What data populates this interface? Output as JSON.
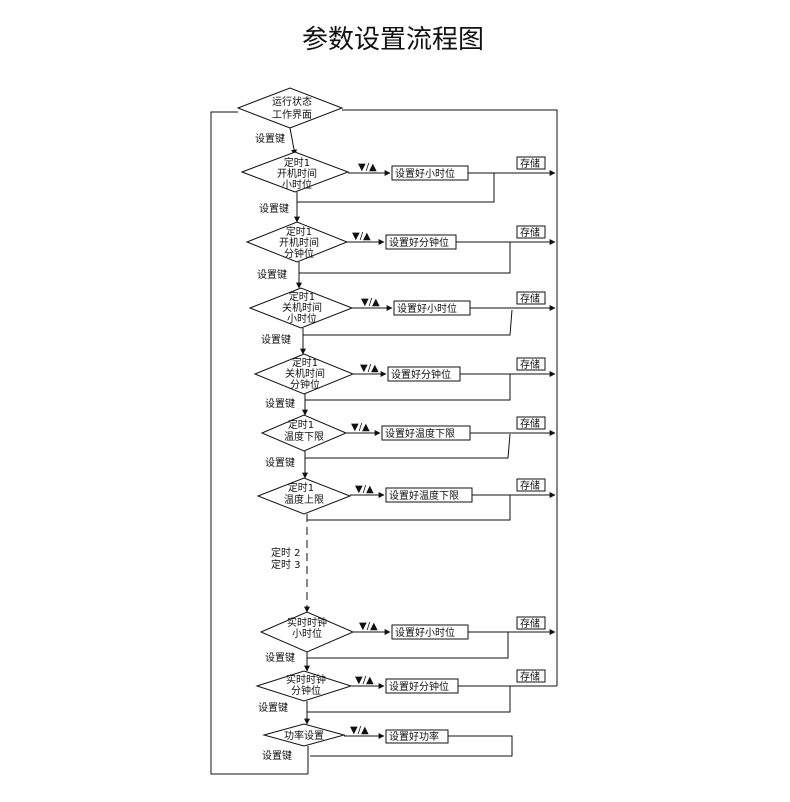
{
  "title": "参数设置流程图",
  "start": {
    "line1": "运行状态",
    "line2": "工作界面"
  },
  "labels": {
    "set_key": "设置键",
    "updown": "▼/▲",
    "save": "存储",
    "timer2": "定时 2",
    "timer3": "定时 3"
  },
  "steps": [
    {
      "l1": "定时1",
      "l2": "开机时间",
      "l3": "小时位",
      "action": "设置好小时位"
    },
    {
      "l1": "定时1",
      "l2": "开机时间",
      "l3": "分钟位",
      "action": "设置好分钟位"
    },
    {
      "l1": "定时1",
      "l2": "关机时间",
      "l3": "小时位",
      "action": "设置好小时位"
    },
    {
      "l1": "定时1",
      "l2": "关机时间",
      "l3": "分钟位",
      "action": "设置好分钟位"
    },
    {
      "l1": "定时1",
      "l2": "温度下限",
      "action": "设置好温度下限"
    },
    {
      "l1": "定时1",
      "l2": "温度上限",
      "action": "设置好温度下限"
    },
    {
      "l1": "实时时钟",
      "l2": "小时位",
      "action": "设置好小时位"
    },
    {
      "l1": "实时时钟",
      "l2": "分钟位",
      "action": "设置好分钟位"
    },
    {
      "l1": "功率设置",
      "action": "设置好功率"
    }
  ]
}
